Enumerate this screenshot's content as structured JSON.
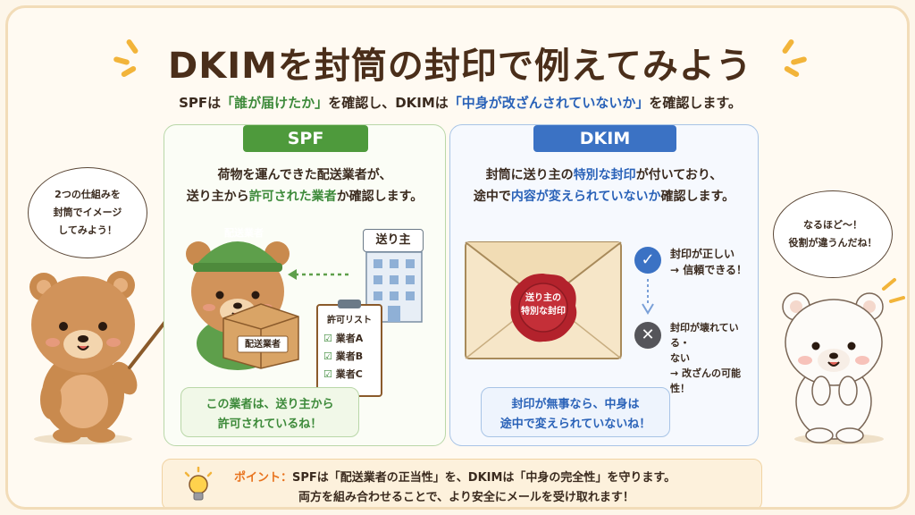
{
  "title": "DKIMを封筒の封印で例えてみよう",
  "subtitle": {
    "pre": "SPFは",
    "spf_quote": "「誰が届けたか」",
    "mid": "を確認し、DKIMは",
    "dkim_quote": "「中身が改ざんされていないか」",
    "post": "を確認します。"
  },
  "left_bear": {
    "bubble_lines": [
      "2つの仕組みを",
      "封筒でイメージ",
      "してみよう！"
    ]
  },
  "right_bear": {
    "bubble_lines": [
      "なるほど〜！",
      "役割が違うんだね！"
    ]
  },
  "spf": {
    "tag": "SPF",
    "line1": "荷物を運んできた配送業者が、",
    "line2_a": "送り主から",
    "line2_b": "許可された業者",
    "line2_c": "か確認します。",
    "cap_label": "配送業者",
    "box_label": "配送業者",
    "sender_label": "送り主",
    "clipboard_title": "許可リスト",
    "clipboard_items": [
      "業者A",
      "業者B",
      "業者C"
    ],
    "note_lines": [
      "この業者は、送り主から",
      "許可されているね！"
    ]
  },
  "dkim": {
    "tag": "DKIM",
    "line1_a": "封筒に送り主の",
    "line1_b": "特別な封印",
    "line1_c": "が付いており、",
    "line2_a": "途中で",
    "line2_b": "内容が変えられていないか",
    "line2_c": "確認します。",
    "seal_lines": [
      "送り主の",
      "特別な封印"
    ],
    "check_ok_title": "封印が正しい",
    "check_ok_sub": "→ 信頼できる！",
    "check_ng_lines": [
      "封印が壊れている・",
      "ない",
      "→ 改ざんの可能性！"
    ],
    "note_lines": [
      "封印が無事なら、中身は",
      "途中で変えられていないね！"
    ]
  },
  "point": {
    "label": "ポイント：",
    "line1": "SPFは「配送業者の正当性」を、DKIMは「中身の完全性」を守ります。",
    "line2": "両方を組み合わせることで、より安全にメールを受け取れます！"
  },
  "colors": {
    "spf_green": "#4e9a3c",
    "dkim_blue": "#3b72c4",
    "seal_red": "#b3222c",
    "point_orange": "#e8721c"
  },
  "icons": [
    "sparkle-icon",
    "bear-teacher-icon",
    "bear-delivery-icon",
    "parcel-icon",
    "building-icon",
    "clipboard-icon",
    "envelope-icon",
    "wax-seal-icon",
    "check-icon",
    "cross-icon",
    "polar-bear-icon",
    "lightbulb-icon"
  ]
}
